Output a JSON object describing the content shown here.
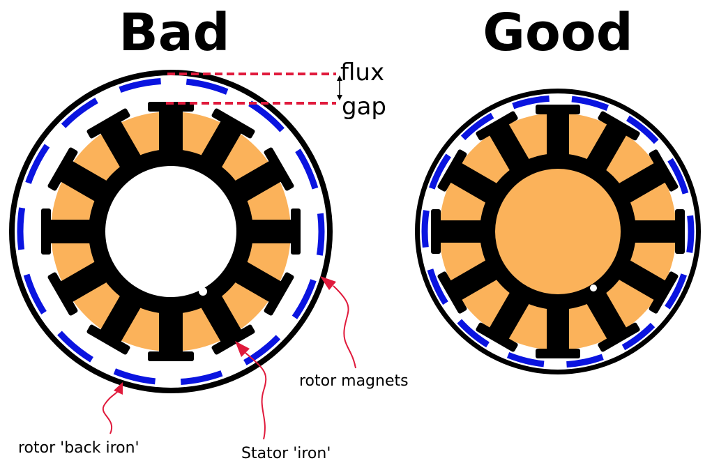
{
  "titles": {
    "left": "Bad",
    "right": "Good"
  },
  "gap_labels": {
    "flux": "flux",
    "gap": "gap"
  },
  "annotations": {
    "rotor_magnets": "rotor magnets",
    "back_iron": "rotor 'back iron'",
    "stator_iron": "Stator 'iron'"
  },
  "colors": {
    "iron": "#000000",
    "magnet": "#0a14e0",
    "winding": "#fbb25a",
    "marker": "#e01a3c",
    "background": "#ffffff"
  },
  "motors": [
    {
      "name": "bad",
      "stator_teeth": 12,
      "magnet_segments": 14,
      "air_gap": "large",
      "center": "empty"
    },
    {
      "name": "good",
      "stator_teeth": 12,
      "magnet_segments": 14,
      "air_gap": "small",
      "center": "filled"
    }
  ]
}
